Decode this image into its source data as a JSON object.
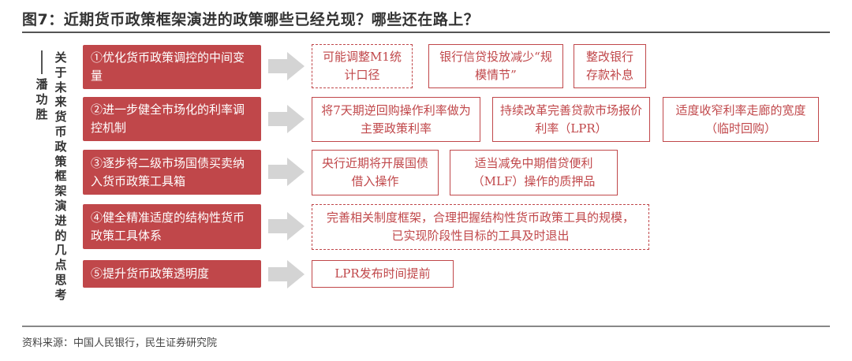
{
  "header": {
    "title": "图7：近期货币政策框架演进的政策哪些已经兑现？哪些还在路上？"
  },
  "diagram": {
    "vertical_title": "关于未来货币政策框架演进的几点思考",
    "author": "潘功胜",
    "rows": [
      {
        "label": "①优化货币政策调控的中间变量",
        "items": [
          "可能调整M1统计口径",
          "银行信贷投放减少“规模情节”",
          "整改银行存款补息"
        ]
      },
      {
        "label": "②进一步健全市场化的利率调控机制",
        "items": [
          "将7天期逆回购操作利率做为主要政策利率",
          "持续改革完善贷款市场报价利率（LPR）",
          "适度收窄利率走廊的宽度（临时回购）"
        ]
      },
      {
        "label": "③逐步将二级市场国债买卖纳入货币政策工具箱",
        "items": [
          "央行近期将开展国债借入操作",
          "适当减免中期借贷便利（MLF）操作的质押品"
        ]
      },
      {
        "label": "④健全精准适度的结构性货币政策工具体系",
        "items": [
          "完善相关制度框架，合理把握结构性货币政策工具的规模，已实现阶段性目标的工具及时退出"
        ]
      },
      {
        "label": "⑤提升货币政策透明度",
        "items": [
          "LPR发布时间提前"
        ]
      }
    ]
  },
  "footer": {
    "source": "资料来源：中国人民银行，民生证券研究院"
  },
  "colors": {
    "accent": "#c0474a",
    "arrow": "#d4d4d4",
    "text": "#333333"
  }
}
